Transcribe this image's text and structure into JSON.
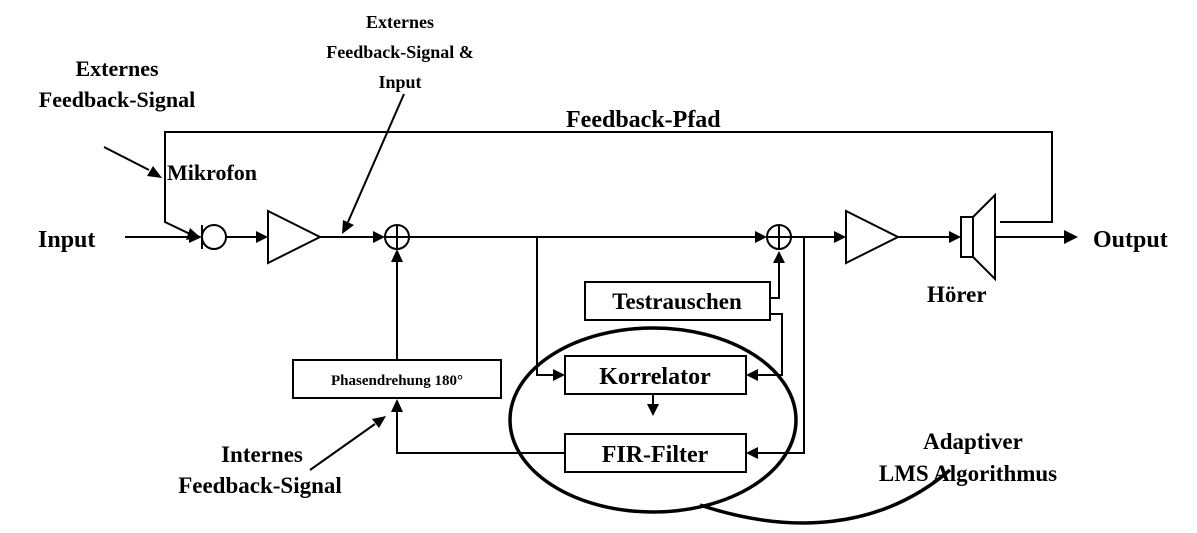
{
  "labels": {
    "input": "Input",
    "output": "Output",
    "mikrofon": "Mikrofon",
    "feedback_pfad": "Feedback-Pfad",
    "externes_fb_line1": "Externes",
    "externes_fb_line2": "Feedback-Signal",
    "externes_fb_input_line1": "Externes",
    "externes_fb_input_line2": "Feedback-Signal &",
    "externes_fb_input_line3": "Input",
    "hoerer": "Hörer",
    "internes_fb_line1": "Internes",
    "internes_fb_line2": "Feedback-Signal",
    "adaptiver_line1": "Adaptiver",
    "adaptiver_line2": "LMS Algorithmus"
  },
  "blocks": {
    "testrauschen": "Testrauschen",
    "korrelator": "Korrelator",
    "fir_filter": "FIR-Filter",
    "phasendrehung": "Phasendrehung 180°"
  }
}
